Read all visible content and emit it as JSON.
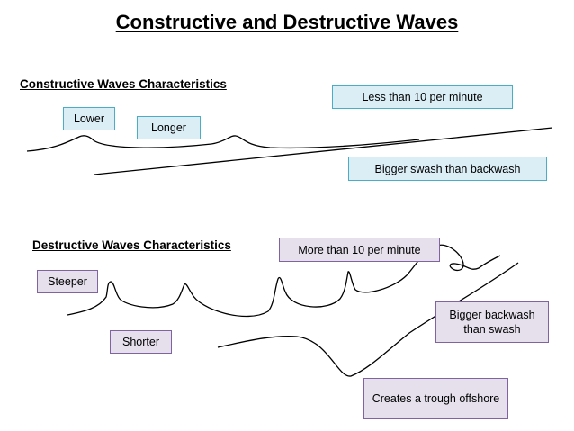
{
  "title": "Constructive and Destructive Waves",
  "constructive": {
    "heading": "Constructive Waves Characteristics",
    "labels": {
      "lower": "Lower",
      "longer": "Longer",
      "frequency": "Less than 10 per minute",
      "swash": "Bigger swash than backwash"
    }
  },
  "destructive": {
    "heading": "Destructive Waves Characteristics",
    "labels": {
      "steeper": "Steeper",
      "shorter": "Shorter",
      "frequency": "More than 10 per minute",
      "backwash": "Bigger backwash than swash",
      "trough": "Creates a trough offshore"
    }
  },
  "colors": {
    "constructive_fill": "#dbeef5",
    "constructive_border": "#4bacc6",
    "destructive_fill": "#e6e0ec",
    "destructive_border": "#8064a2",
    "line": "#000000"
  }
}
